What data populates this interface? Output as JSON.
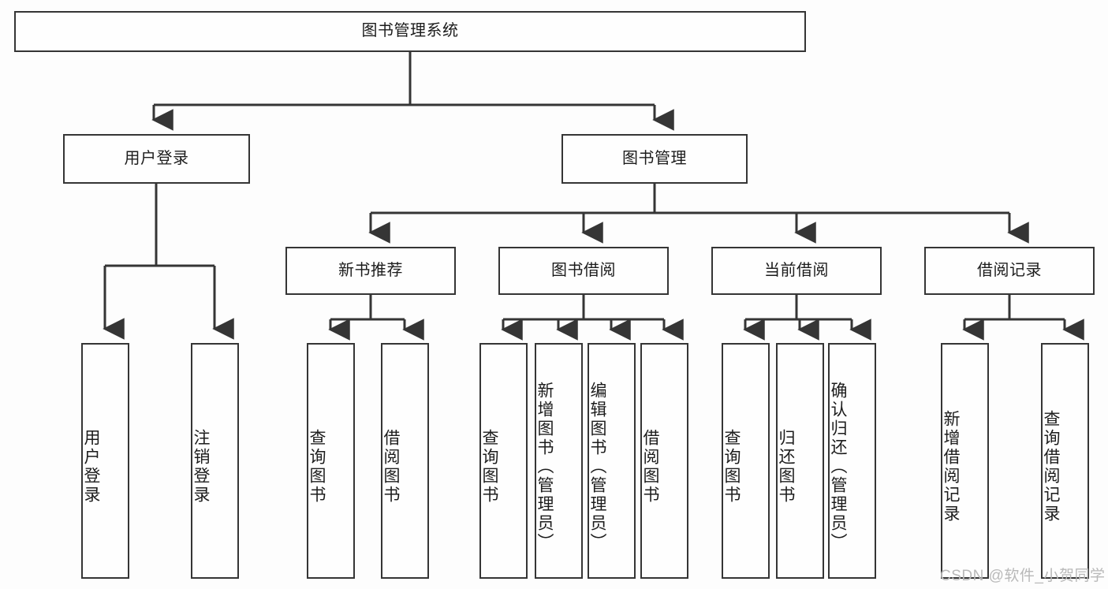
{
  "diagram": {
    "title": "图书管理系统",
    "watermark": "CSDN @软件_小贺同学",
    "line_color": "#353535",
    "background_color": "#fdfdfd",
    "text_color": "#1c1c1c",
    "nodes": {
      "root": "图书管理系统",
      "user_login": "用户登录",
      "book_manage": "图书管理",
      "new_book_rec": "新书推荐",
      "book_borrow": "图书借阅",
      "current_borrow": "当前借阅",
      "borrow_record": "借阅记录",
      "leaf_user_login": "用户登录",
      "leaf_logout": "注销登录",
      "leaf_query_book_1": "查询图书",
      "leaf_borrow_book_1": "借阅图书",
      "leaf_query_book_2": "查询图书",
      "leaf_add_book": "新增图书（管理员）",
      "leaf_edit_book": "编辑图书（管理员）",
      "leaf_borrow_book_2": "借阅图书",
      "leaf_query_book_3": "查询图书",
      "leaf_return_book": "归还图书",
      "leaf_confirm_return": "确认归还（管理员）",
      "leaf_add_record": "新增借阅记录",
      "leaf_query_record": "查询借阅记录"
    }
  }
}
